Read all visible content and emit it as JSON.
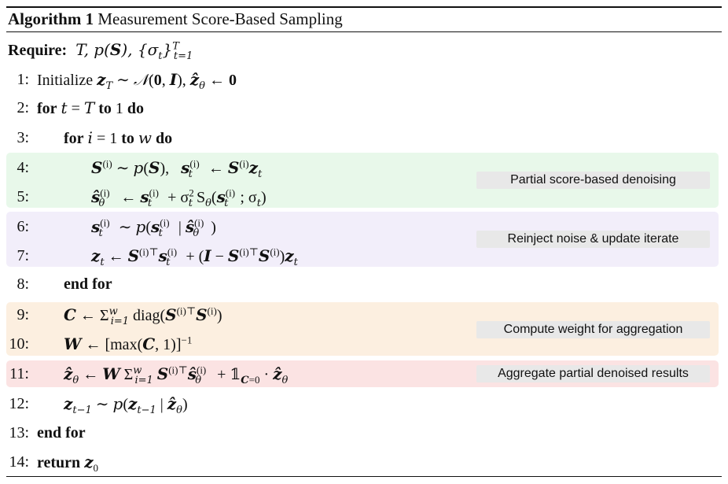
{
  "algorithm": {
    "label": "Algorithm 1",
    "title": "Measurement Score-Based Sampling",
    "require_label": "Require:",
    "require_params": "T, p(S), {σt}Tt=1"
  },
  "lines": [
    {
      "n": "1:",
      "text": "Initialize zT ∼ 𝒩(0, I), ẑθ ← 0"
    },
    {
      "n": "2:",
      "text": "for t = T to 1 do"
    },
    {
      "n": "3:",
      "text": "for i = 1 to w do"
    },
    {
      "n": "4:",
      "text": "S(i) ∼ p(S),   st(i) ← S(i)zt"
    },
    {
      "n": "5:",
      "text": "ŝθ(i) ← st(i) + σt² Sθ(st(i); σt)"
    },
    {
      "n": "6:",
      "text": "st(i) ∼ p(st(i) | ŝθ(i))"
    },
    {
      "n": "7:",
      "text": "zt ← S(i)⊤st(i) + (I − S(i)⊤S(i))zt"
    },
    {
      "n": "8:",
      "text": "end for"
    },
    {
      "n": "9:",
      "text": "C ← Σwi=1 diag(S(i)⊤S(i))"
    },
    {
      "n": "10:",
      "text": "W ← [max(C, 1)]−1"
    },
    {
      "n": "11:",
      "text": "ẑθ ← W Σwi=1 S(i)⊤ŝθ(i) + 𝟙C=0 · ẑθ"
    },
    {
      "n": "12:",
      "text": "zt−1 ∼ p(zt−1 | ẑθ)"
    },
    {
      "n": "13:",
      "text": "end for"
    },
    {
      "n": "14:",
      "text": "return z0"
    }
  ],
  "tags": {
    "green": "Partial score-based denoising",
    "purple": "Reinject noise & update iterate",
    "orange": "Compute weight for aggregation",
    "red": "Aggregate partial denoised results"
  },
  "colors": {
    "green_band": "#e8f8ea",
    "purple_band": "#f2eefa",
    "orange_band": "#fcefe0",
    "red_band": "#fbe3e3",
    "tag_bg": "#e8e8e8"
  }
}
